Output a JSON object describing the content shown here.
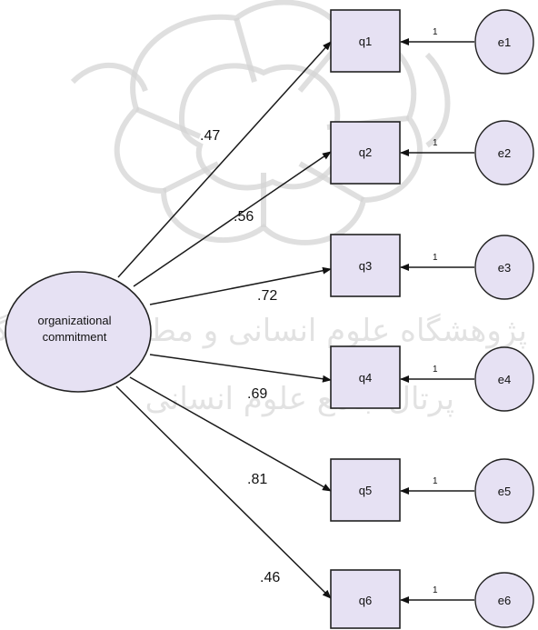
{
  "latent": {
    "label_line1": "organizational",
    "label_line2": "commitment"
  },
  "items": [
    {
      "name": "q1",
      "loading": ".47",
      "error": "e1",
      "error_weight": "1"
    },
    {
      "name": "q2",
      "loading": ".56",
      "error": "e2",
      "error_weight": "1"
    },
    {
      "name": "q3",
      "loading": ".72",
      "error": "e3",
      "error_weight": "1"
    },
    {
      "name": "q4",
      "loading": ".69",
      "error": "e4",
      "error_weight": "1"
    },
    {
      "name": "q5",
      "loading": ".81",
      "error": "e5",
      "error_weight": "1"
    },
    {
      "name": "q6",
      "loading": ".46",
      "error": "e6",
      "error_weight": "1"
    }
  ],
  "watermark": {
    "line1": "پژوهشگاه علوم انسانی و مطالعات فرهنگی",
    "line2": "پرتال جامع علوم انسانی"
  }
}
